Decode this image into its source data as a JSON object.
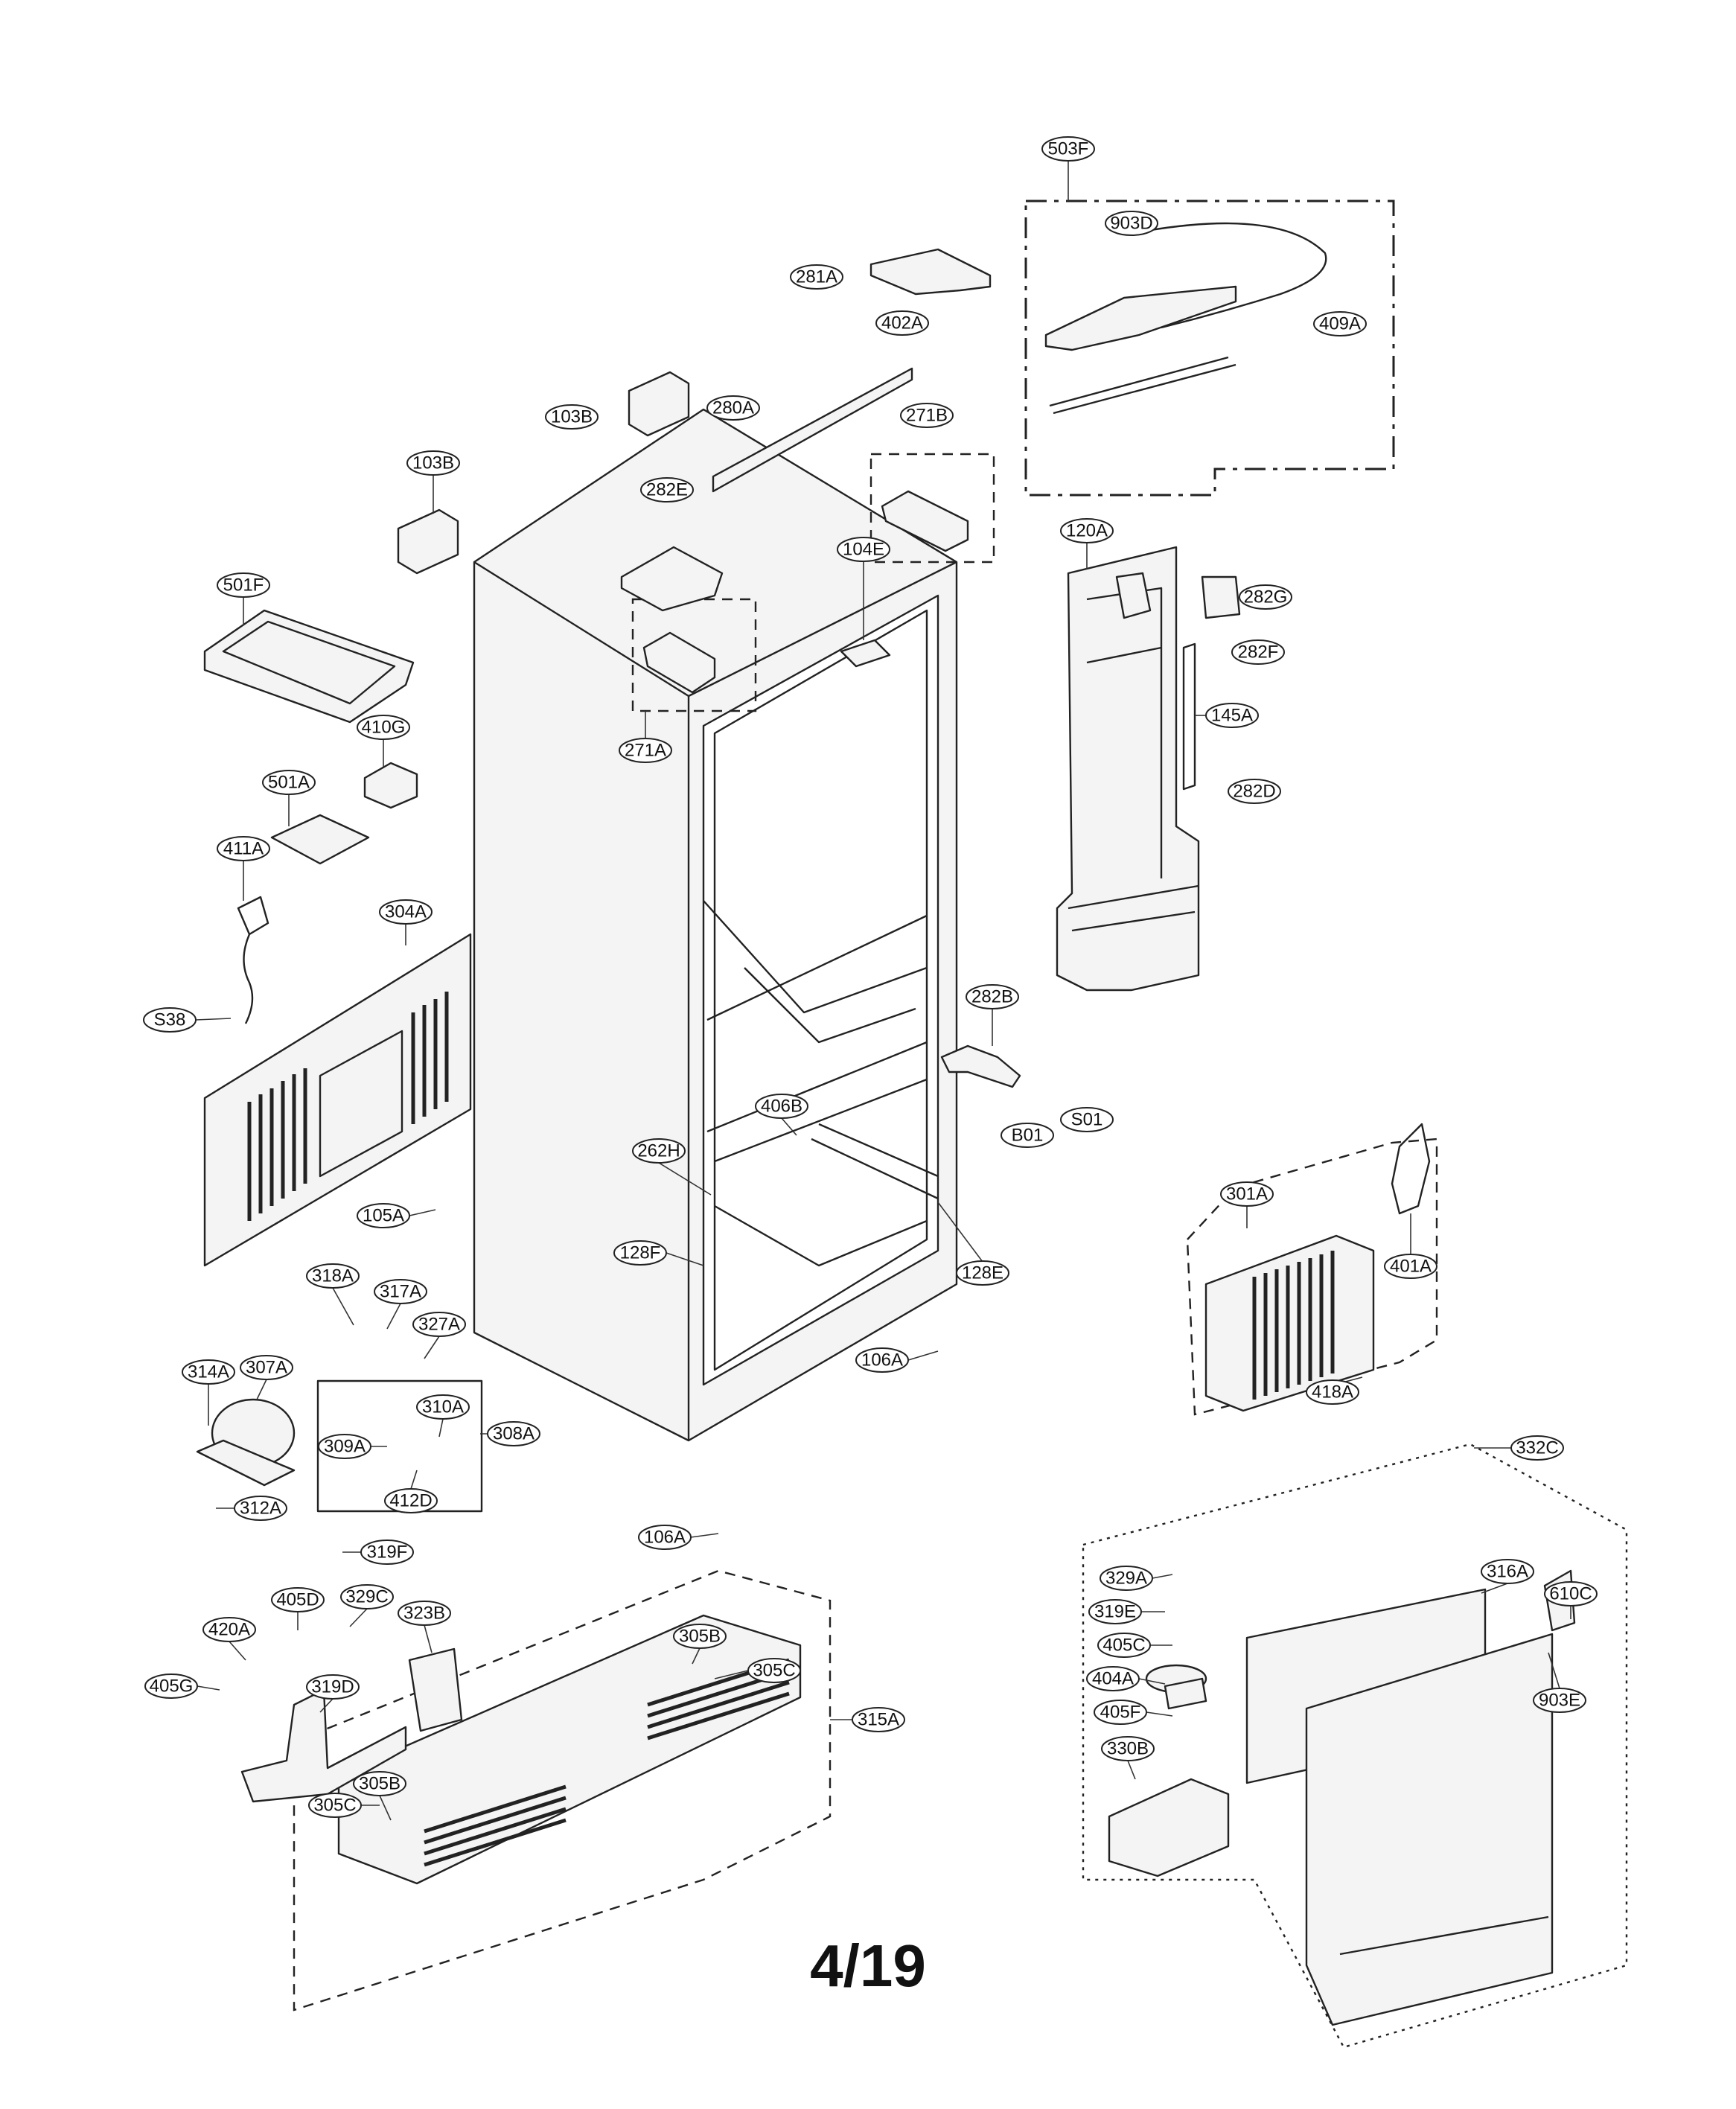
{
  "page_number": "4/19",
  "callouts": [
    "503F",
    "903D",
    "409A",
    "281A",
    "402A",
    "280A",
    "271B",
    "103B",
    "103B",
    "282E",
    "104E",
    "501F",
    "271A",
    "120A",
    "282G",
    "282F",
    "145A",
    "282D",
    "410G",
    "501A",
    "411A",
    "304A",
    "S38",
    "282B",
    "S01",
    "B01",
    "406B",
    "262H",
    "105A",
    "128F",
    "128E",
    "301A",
    "401A",
    "418A",
    "318A",
    "317A",
    "327A",
    "314A",
    "307A",
    "310A",
    "308A",
    "309A",
    "412D",
    "312A",
    "319F",
    "106A",
    "106A",
    "332C",
    "329A",
    "316A",
    "319E",
    "610C",
    "405C",
    "903E",
    "404A",
    "405F",
    "330B",
    "405D",
    "329C",
    "420A",
    "323B",
    "305B",
    "405G",
    "319D",
    "305C",
    "315A",
    "305B",
    "305C"
  ]
}
